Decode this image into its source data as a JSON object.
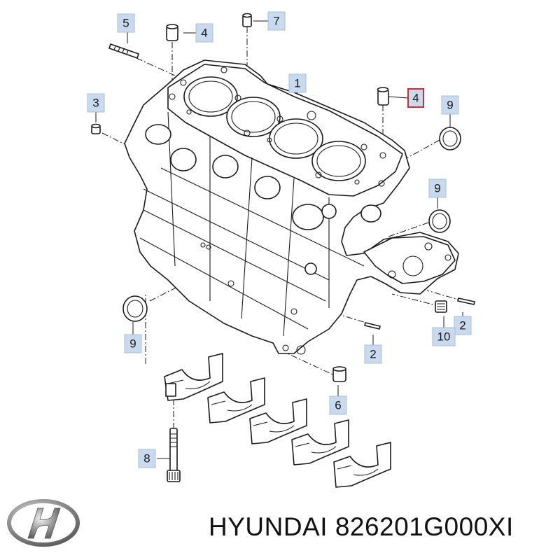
{
  "callouts": [
    "5",
    "4",
    "7",
    "1",
    "3",
    "4",
    "9",
    "9",
    "9",
    "2",
    "10",
    "2",
    "6",
    "8"
  ],
  "caption": {
    "brand": "HYUNDAI",
    "part_number": "826201G000XI"
  },
  "colors": {
    "label_fill": "#c9d9ee",
    "label_border": "#a9bfdc",
    "highlight_border": "#d42a2a",
    "line": "#1a1a1a"
  },
  "icons": {
    "brand_logo": "hyundai-logo-icon"
  }
}
